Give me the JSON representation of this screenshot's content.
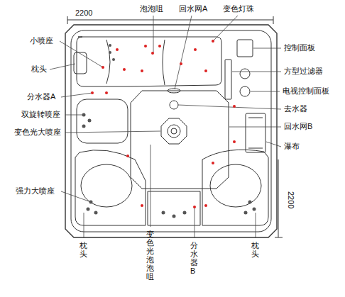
{
  "diagram": {
    "labels": [
      "2200",
      "泡泡咀",
      "回水网A",
      "变色灯珠",
      "小喷座",
      "枕头",
      "分水器A",
      "双旋转喷座",
      "变色光大喷座",
      "强力大喷座",
      "控制面板",
      "方型过滤器",
      "电视控制面板",
      "去水器",
      "回水网B",
      "瀑布",
      "2200",
      "枕头",
      "变色光泡泡咀",
      "分水器B",
      "枕头"
    ]
  }
}
